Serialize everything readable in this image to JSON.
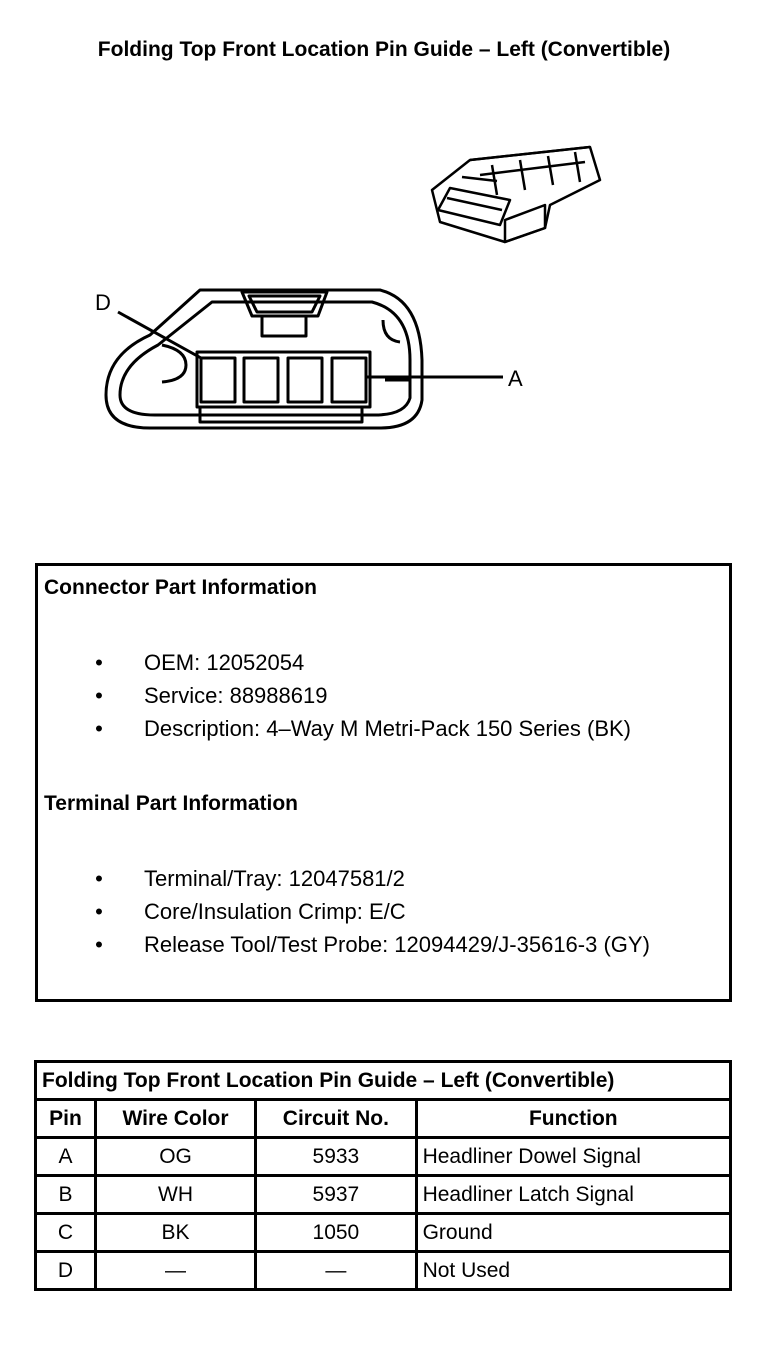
{
  "title": "Folding Top Front Location Pin Guide – Left (Convertible)",
  "diagram": {
    "label_d": "D",
    "label_a": "A"
  },
  "connector_info": {
    "heading": "Connector Part Information",
    "items": [
      "OEM: 12052054",
      "Service: 88988619",
      "Description: 4–Way M Metri-Pack 150 Series (BK)"
    ]
  },
  "terminal_info": {
    "heading": "Terminal Part Information",
    "items": [
      "Terminal/Tray: 12047581/2",
      "Core/Insulation Crimp: E/C",
      "Release Tool/Test Probe: 12094429/J-35616-3 (GY)"
    ]
  },
  "bullet": "•",
  "pin_table": {
    "caption": "Folding Top Front Location Pin Guide – Left (Convertible)",
    "headers": [
      "Pin",
      "Wire Color",
      "Circuit No.",
      "Function"
    ],
    "rows": [
      [
        "A",
        "OG",
        "5933",
        "Headliner Dowel Signal"
      ],
      [
        "B",
        "WH",
        "5937",
        "Headliner Latch Signal"
      ],
      [
        "C",
        "BK",
        "1050",
        "Ground"
      ],
      [
        "D",
        "—",
        "—",
        "Not Used"
      ]
    ]
  }
}
